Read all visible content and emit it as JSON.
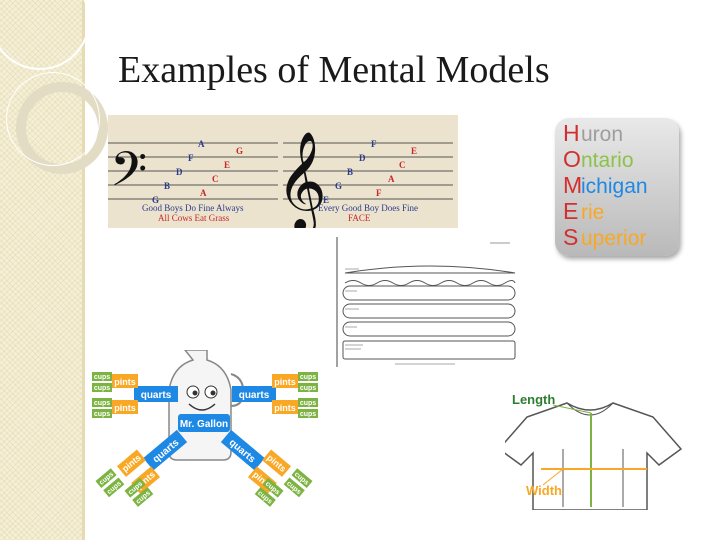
{
  "slide": {
    "title": "Examples of Mental Models"
  },
  "music": {
    "bass_top_notes": [
      "A",
      "G",
      "F",
      "E",
      "D",
      "C",
      "B",
      "A",
      "G"
    ],
    "treble_top_notes": [
      "F",
      "E",
      "D",
      "C",
      "B",
      "A",
      "G",
      "F",
      "E"
    ],
    "bass_line_mnemonic": "Good Boys Do Fine Always",
    "bass_space_mnemonic": "All Cows Eat Grass",
    "treble_line_mnemonic": "Every Good Boy Does Fine",
    "treble_space_mnemonic": "FACE"
  },
  "homes": {
    "rows": [
      {
        "letter": "H",
        "rest": "uron",
        "color": "#9e9e9e"
      },
      {
        "letter": "O",
        "rest": "ntario",
        "color": "#8bc34a"
      },
      {
        "letter": "M",
        "rest": "ichigan",
        "color": "#1e88e5"
      },
      {
        "letter": "E",
        "rest": "rie",
        "color": "#f9a825"
      },
      {
        "letter": "S",
        "rest": "uperior",
        "color": "#f9a825"
      }
    ]
  },
  "gallon": {
    "name": "Mr. Gallon",
    "cups": "cups",
    "pints": "pints",
    "quarts": "quarts"
  },
  "shirt": {
    "length_label": "Length",
    "width_label": "Width"
  },
  "colors": {
    "sidebar": "#f4efd6",
    "quart_blue": "#1e88e5",
    "pint_orange": "#f9a825",
    "cup_green": "#7cb342"
  },
  "icons": [
    "bass-clef-icon",
    "treble-clef-icon"
  ]
}
